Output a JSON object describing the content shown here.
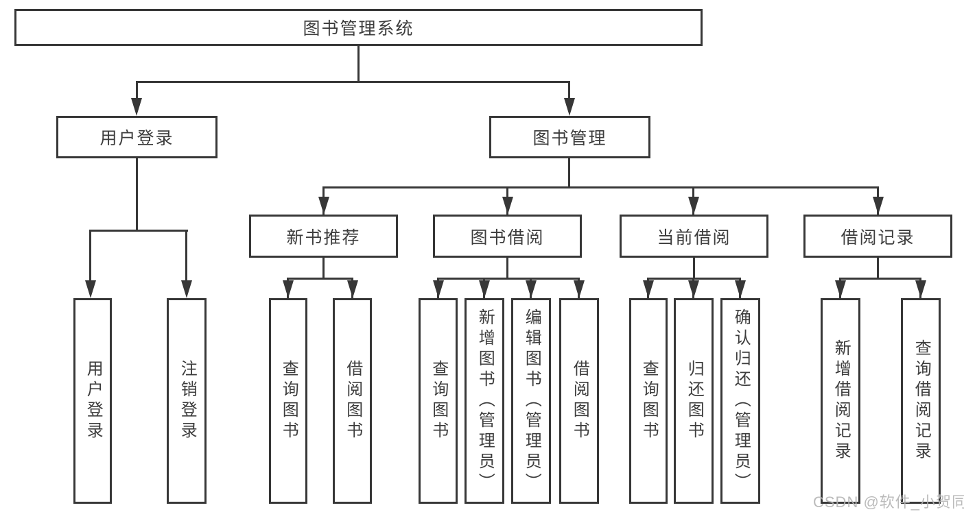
{
  "diagram": {
    "root": {
      "label": "图书管理系统"
    },
    "user_login": {
      "label": "用户登录",
      "children": [
        {
          "label": "用户登录"
        },
        {
          "label": "注销登录"
        }
      ]
    },
    "book_management": {
      "label": "图书管理",
      "children": [
        {
          "label": "新书推荐",
          "children": [
            {
              "label": "查询图书"
            },
            {
              "label": "借阅图书"
            }
          ]
        },
        {
          "label": "图书借阅",
          "children": [
            {
              "label": "查询图书"
            },
            {
              "label": "新增图书（管理员）"
            },
            {
              "label": "编辑图书（管理员）"
            },
            {
              "label": "借阅图书"
            }
          ]
        },
        {
          "label": "当前借阅",
          "children": [
            {
              "label": "查询图书"
            },
            {
              "label": "归还图书"
            },
            {
              "label": "确认归还（管理员）"
            }
          ]
        },
        {
          "label": "借阅记录",
          "children": [
            {
              "label": "新增借阅记录"
            },
            {
              "label": "查询借阅记录"
            }
          ]
        }
      ]
    },
    "line_color": "#373737",
    "watermark": {
      "text": "CSDN @软件_小贺同学",
      "color": "#b4b4b4"
    }
  }
}
